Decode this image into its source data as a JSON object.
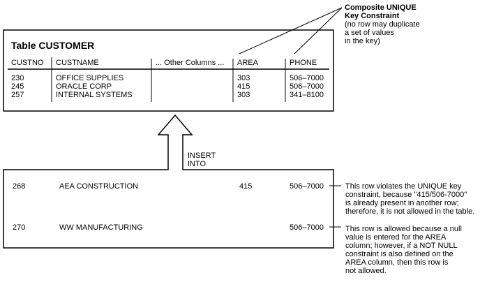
{
  "table": {
    "title": "Table CUSTOMER",
    "headers": [
      "CUSTNO",
      "CUSTNAME",
      "... Other Columns ...",
      "AREA",
      "PHONE"
    ],
    "rows": [
      [
        "230",
        "OFFICE SUPPLIES",
        "303",
        "506–7000"
      ],
      [
        "245",
        "ORACLE CORP",
        "415",
        "506–7000"
      ],
      [
        "257",
        "INTERNAL SYSTEMS",
        "303",
        "341–8100"
      ]
    ]
  },
  "key_note": {
    "title": [
      "Composite UNIQUE",
      "Key Constraint"
    ],
    "body": [
      "(no row may duplicate",
      "a set of values",
      "in the key)"
    ]
  },
  "insert_label": [
    "INSERT",
    "INTO"
  ],
  "insert_rows": [
    {
      "custno": "268",
      "name": "AEA CONSTRUCTION",
      "area": "415",
      "phone": "506–7000",
      "note": [
        "This row violates the UNIQUE key",
        "constraint, because \"415/506-7000\"",
        "is already present in another row;",
        "therefore, it is not allowed in the table."
      ]
    },
    {
      "custno": "270",
      "name": "WW MANUFACTURING",
      "area": "",
      "phone": "506–7000",
      "note": [
        "This row is allowed because a null",
        "value is entered for the AREA",
        "column; however, if a NOT NULL",
        "constraint is also defined on the",
        "AREA column, then this row is",
        "not allowed."
      ]
    }
  ]
}
